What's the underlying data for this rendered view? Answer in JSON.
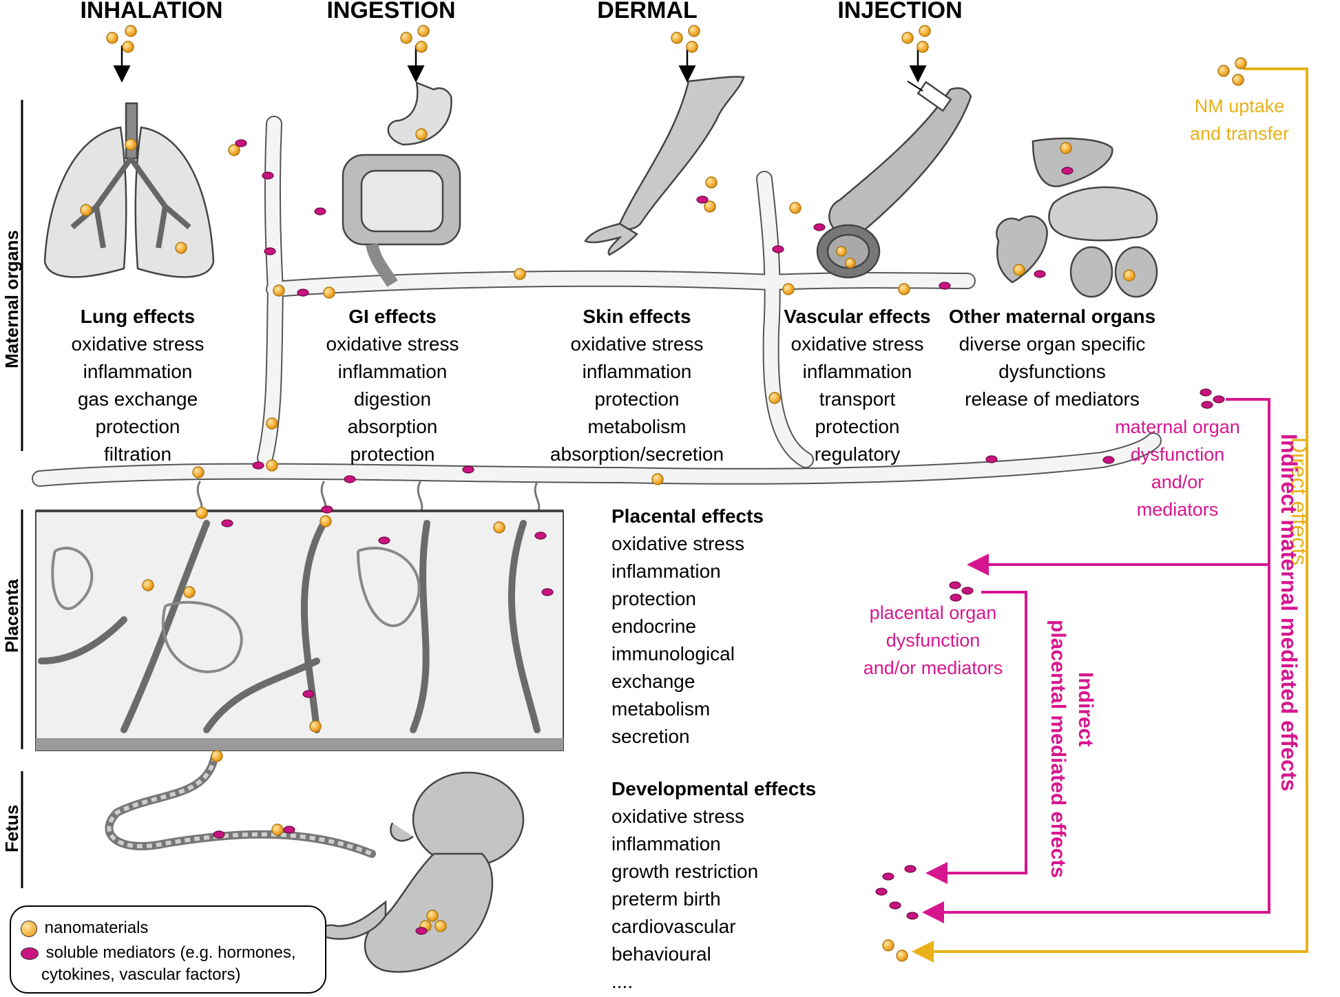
{
  "routes": [
    "INHALATION",
    "INGESTION",
    "DERMAL",
    "INJECTION"
  ],
  "side_labels": {
    "maternal": "Maternal organs",
    "placenta": "Placenta",
    "fetus": "Fetus"
  },
  "effects": {
    "lung": {
      "title": "Lung effects",
      "items": [
        "oxidative stress",
        "inflammation",
        "gas exchange",
        "protection",
        "filtration"
      ]
    },
    "gi": {
      "title": "GI effects",
      "items": [
        "oxidative stress",
        "inflammation",
        "digestion",
        "absorption",
        "protection"
      ]
    },
    "skin": {
      "title": "Skin effects",
      "items": [
        "oxidative stress",
        "inflammation",
        "protection",
        "metabolism",
        "absorption/secretion"
      ]
    },
    "vascular": {
      "title": "Vascular effects",
      "items": [
        "oxidative stress",
        "inflammation",
        "transport",
        "protection",
        "regulatory"
      ]
    },
    "other": {
      "title": "Other maternal organs",
      "items": [
        "diverse organ specific",
        "dysfunctions",
        "release of mediators"
      ]
    },
    "placental": {
      "title": "Placental effects",
      "items": [
        "oxidative stress",
        "inflammation",
        "protection",
        "endocrine",
        "immunological",
        "exchange",
        "metabolism",
        "secretion"
      ]
    },
    "developmental": {
      "title": "Developmental effects",
      "items": [
        "oxidative stress",
        "inflammation",
        "growth restriction",
        "preterm birth",
        "cardiovascular",
        "behavioural",
        "...."
      ]
    }
  },
  "pathways": {
    "nm_uptake": [
      "NM uptake",
      "and transfer"
    ],
    "direct": "Direct effects",
    "maternal_mediators": [
      "maternal organ",
      "dysfunction",
      "and/or",
      "mediators"
    ],
    "indirect_maternal": [
      "Indirect  maternal mediated effects"
    ],
    "placental_mediators": [
      "placental organ",
      "dysfunction",
      "and/or mediators"
    ],
    "indirect_placental": [
      "Indirect",
      "placental mediated effects"
    ]
  },
  "legend": {
    "nanomaterials": "nanomaterials",
    "mediators": [
      "soluble mediators (e.g. hormones,",
      "cytokines, vascular factors)"
    ]
  },
  "colors": {
    "nanomaterial": "#f2a82c",
    "mediator": "#c8147f",
    "direct": "#e8b118",
    "indirect": "#d6168e",
    "tissue": "#bdbdbd",
    "vessel": "#f0f0f0"
  }
}
